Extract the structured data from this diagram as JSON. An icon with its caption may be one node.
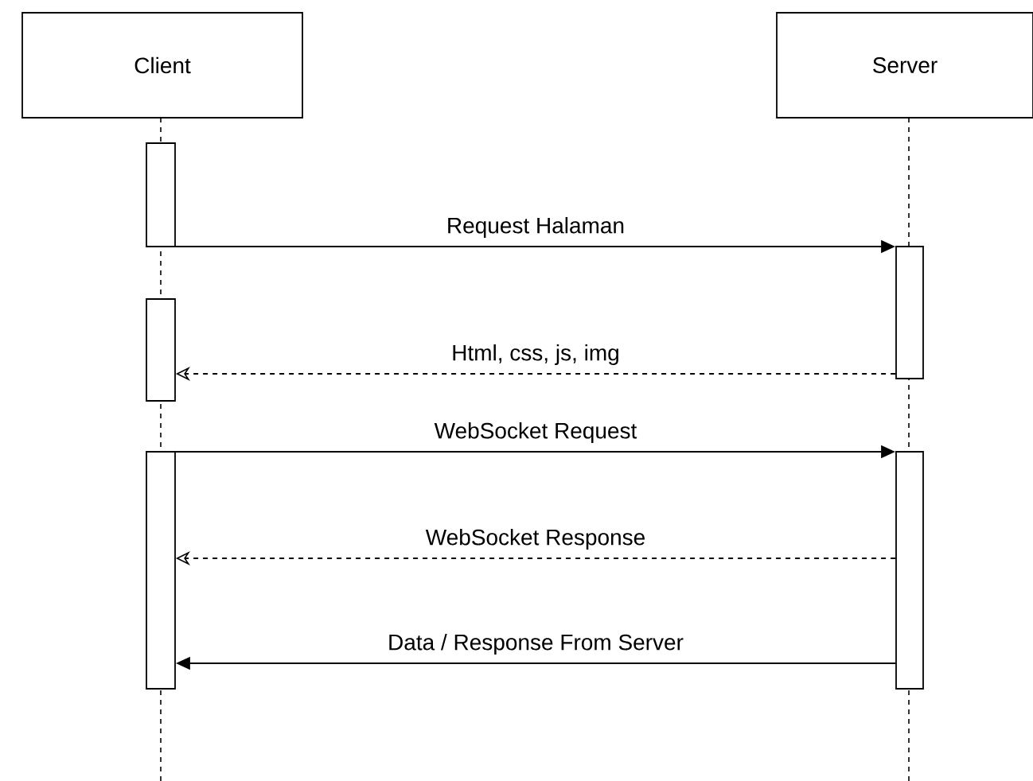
{
  "diagram": {
    "nodes": [
      {
        "text": [
          "Client"
        ]
      },
      {
        "text": [
          "Server"
        ]
      },
      {
        "text": [],
        "shape": "bar"
      },
      {
        "text": [],
        "shape": "bar"
      },
      {
        "text": [],
        "shape": "bar"
      },
      {
        "text": [],
        "shape": "bar"
      },
      {
        "text": [],
        "shape": "bar"
      }
    ],
    "edges": [
      {
        "from": 2,
        "to": 5,
        "arrow": "to",
        "label": "Request Halaman"
      },
      {
        "from": 5,
        "to": 3,
        "arrow": "to",
        "label": "Html, css, js, img",
        "style": "dashed"
      },
      {
        "from": 4,
        "to": 6,
        "arrow": "to",
        "label": "WebSocket Request"
      },
      {
        "from": 6,
        "to": 4,
        "arrow": "to",
        "label": "WebSocket Response",
        "style": "dashed"
      },
      {
        "from": 6,
        "to": 4,
        "arrow": "to",
        "label": "Data / Response From Server"
      }
    ]
  }
}
